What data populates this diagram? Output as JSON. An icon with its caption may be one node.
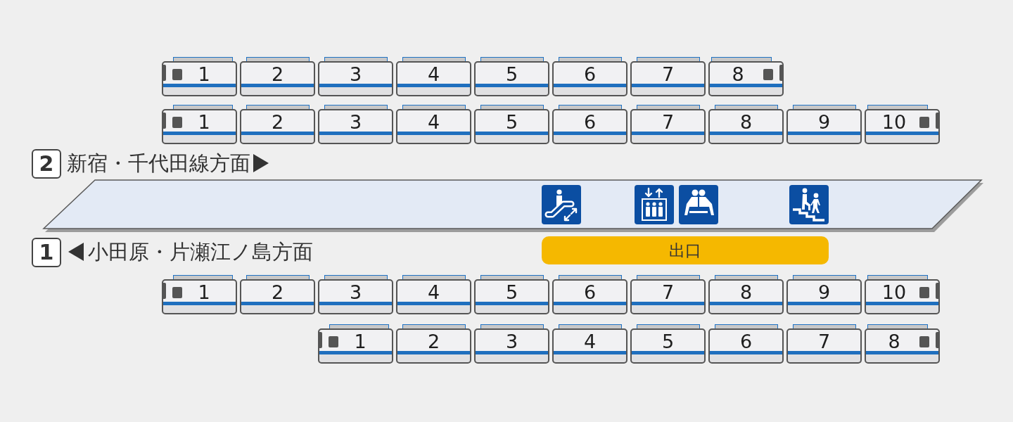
{
  "diagram": {
    "nodes": [
      {
        "text": [
          "1"
        ]
      },
      {
        "text": [
          "2"
        ]
      },
      {
        "text": [
          "3"
        ]
      },
      {
        "text": [
          "4"
        ]
      },
      {
        "text": [
          "5"
        ]
      },
      {
        "text": [
          "6"
        ]
      },
      {
        "text": [
          "7"
        ]
      },
      {
        "text": [
          "8"
        ]
      },
      {
        "text": [
          "1"
        ]
      },
      {
        "text": [
          "2"
        ]
      },
      {
        "text": [
          "3"
        ]
      },
      {
        "text": [
          "4"
        ]
      },
      {
        "text": [
          "5"
        ]
      },
      {
        "text": [
          "6"
        ]
      },
      {
        "text": [
          "7"
        ]
      },
      {
        "text": [
          "8"
        ]
      },
      {
        "text": [
          "9"
        ]
      },
      {
        "text": [
          "10"
        ]
      },
      {
        "text": [
          "2"
        ]
      },
      {
        "text": [
          "1"
        ]
      },
      {
        "text": [
          "出口"
        ]
      },
      {
        "text": [
          "1"
        ]
      },
      {
        "text": [
          "2"
        ]
      },
      {
        "text": [
          "3"
        ]
      },
      {
        "text": [
          "4"
        ]
      },
      {
        "text": [
          "5"
        ]
      },
      {
        "text": [
          "6"
        ]
      },
      {
        "text": [
          "7"
        ]
      },
      {
        "text": [
          "8"
        ]
      },
      {
        "text": [
          "9"
        ]
      },
      {
        "text": [
          "10"
        ]
      },
      {
        "text": [
          "1"
        ]
      },
      {
        "text": [
          "2"
        ]
      },
      {
        "text": [
          "3"
        ]
      },
      {
        "text": [
          "4"
        ]
      },
      {
        "text": [
          "5"
        ]
      },
      {
        "text": [
          "6"
        ]
      },
      {
        "text": [
          "7"
        ]
      },
      {
        "text": [
          "8"
        ]
      }
    ],
    "labels": [
      "新宿・千代田線方面",
      "小田原・片瀬江ノ島方面"
    ]
  }
}
